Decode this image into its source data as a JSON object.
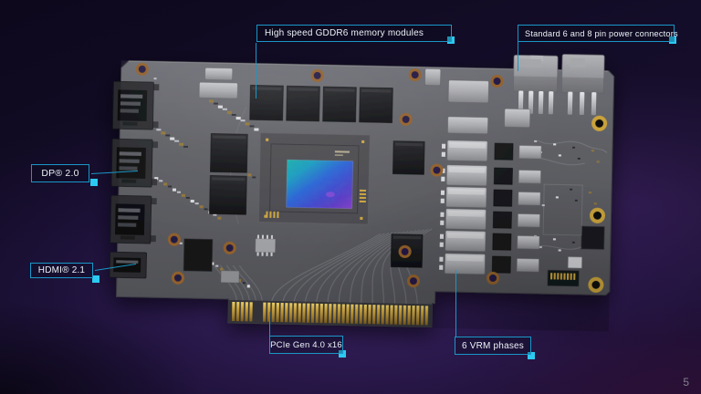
{
  "slide": {
    "page_number": "5"
  },
  "callouts": {
    "memory": {
      "label": "High speed GDDR6 memory modules"
    },
    "power": {
      "label": "Standard 6 and 8 pin power connectors"
    },
    "dp": {
      "label": "DP® 2.0"
    },
    "hdmi": {
      "label": "HDMI® 2.1"
    },
    "pcie": {
      "label": "PCIe Gen 4.0 x16"
    },
    "vrm": {
      "label": "6 VRM phases"
    }
  },
  "colors": {
    "accent_cyan": "#1997c7",
    "marker_cyan": "#2cc9f0",
    "callout_text": "#edf2f7",
    "board_gray": "#5d5e63",
    "pcie_gold": "#cfa83f",
    "screw_copper": "#91602a",
    "die_teal": "#12b4a8",
    "die_blue": "#2b5ad4",
    "die_purple": "#8a36c8",
    "background_purple": "#1a0f30",
    "page_number_gray": "#82828e"
  }
}
